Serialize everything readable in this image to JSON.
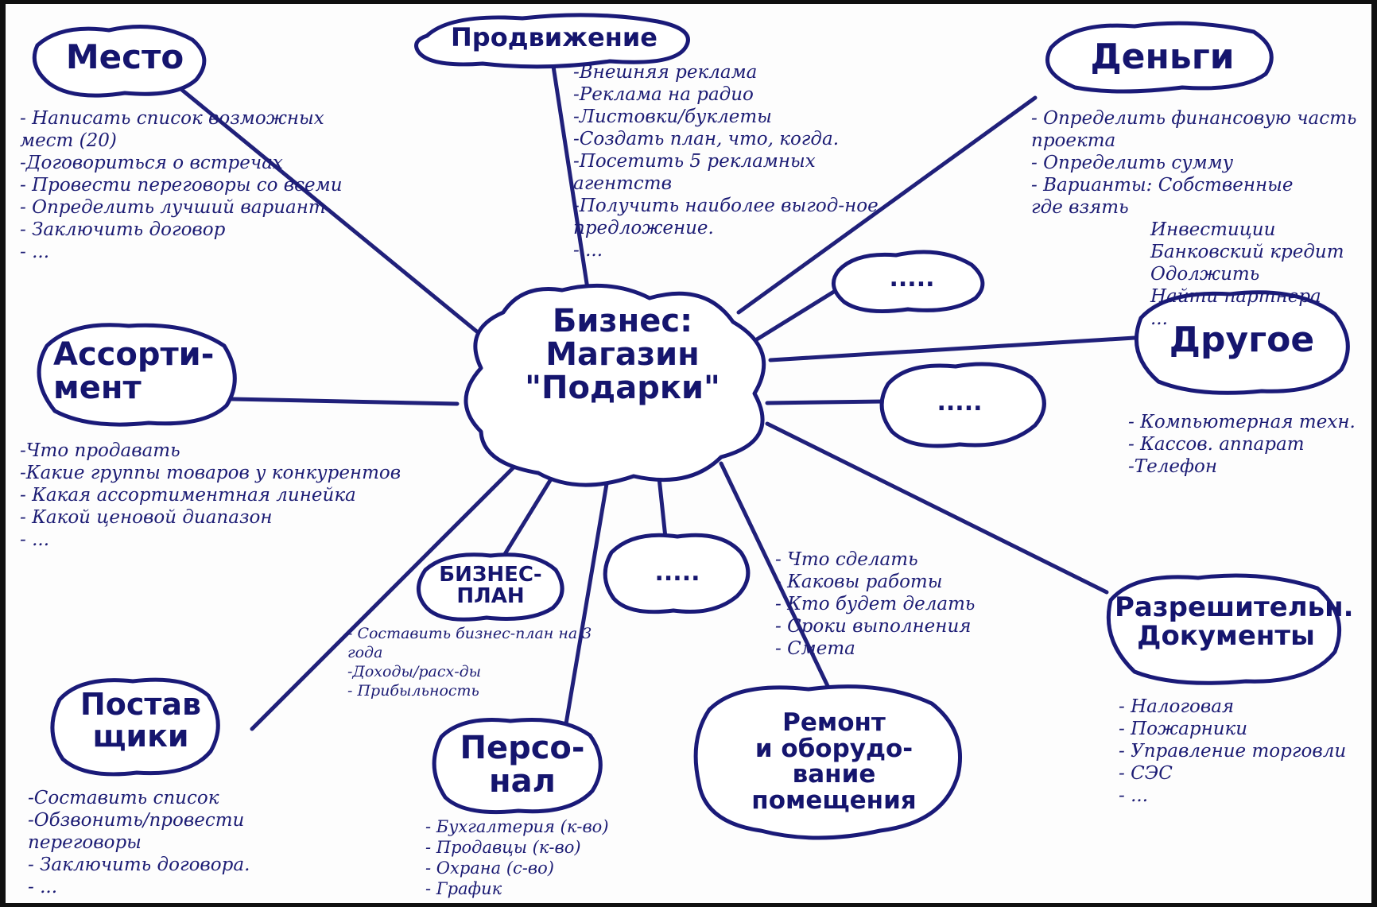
{
  "center": {
    "label": "Бизнес:\nМагазин\n\"Подарки\""
  },
  "nodes": [
    {
      "id": "place",
      "label": "Место",
      "items": [
        "- Написать список возможных мест (20)",
        "-Договориться о встречах",
        "- Провести переговоры со всеми",
        "- Определить лучший вариант",
        "- Заключить договор",
        "- ..."
      ]
    },
    {
      "id": "promotion",
      "label": "Продвижение",
      "items": [
        "-Внешняя реклама",
        "-Реклама на радио",
        "-Листовки/буклеты",
        "-Создать план, что, когда.",
        "-Посетить 5 рекламных агентств",
        "-Получить наиболее выгод-ное предложение.",
        "- ..."
      ]
    },
    {
      "id": "money",
      "label": "Деньги",
      "items": [
        "- Определить финансовую часть проекта",
        "- Определить сумму",
        "- Варианты: Собственные",
        "где взять",
        "Инвестиции",
        "Банковский кредит",
        "Одолжить",
        "Найти партнера",
        "..."
      ]
    },
    {
      "id": "assortment",
      "label": "Ассорти-\nмент",
      "items": [
        "-Что продавать",
        "-Какие группы товаров у конкурентов",
        "- Какая ассортиментная линейка",
        "- Какой ценовой диапазон",
        "- ..."
      ]
    },
    {
      "id": "other",
      "label": "Другое",
      "items": [
        "- Компьютерная техн.",
        "- Кассов. аппарат",
        "-Телефон"
      ]
    },
    {
      "id": "blank1",
      "label": "....."
    },
    {
      "id": "blank2",
      "label": "....."
    },
    {
      "id": "blank3",
      "label": "....."
    },
    {
      "id": "bizplan",
      "label": "БИЗНЕС-\nПЛАН",
      "items": [
        "- Составить бизнес-план на 3 года",
        "-Доходы/расх-ды",
        "- Прибыльность"
      ]
    },
    {
      "id": "renovation_tasks",
      "items": [
        "- Что сделать",
        "- Каковы работы",
        "- Кто будет делать",
        "- Сроки выполнения",
        "- Смета"
      ]
    },
    {
      "id": "permits",
      "label": "Разрешительн.\nДокументы",
      "items": [
        "- Налоговая",
        "- Пожарники",
        "- Управление торговли",
        "- СЭС",
        "- ..."
      ]
    },
    {
      "id": "suppliers",
      "label": "Постав\nщики",
      "items": [
        "-Составить список",
        "-Обзвонить/провести переговоры",
        "- Заключить договора.",
        "- ..."
      ]
    },
    {
      "id": "staff",
      "label": "Персо-\nнал",
      "items": [
        "- Бухгалтерия (к-во)",
        "- Продавцы (к-во)",
        "- Охрана (с-во)",
        "- График"
      ]
    },
    {
      "id": "renovation",
      "label": "Ремонт\nи оборудо-\nвание\nпомещения"
    }
  ],
  "colors": {
    "ink": "#1a1a78",
    "paper": "#fdfdfd",
    "frame": "#101010"
  }
}
